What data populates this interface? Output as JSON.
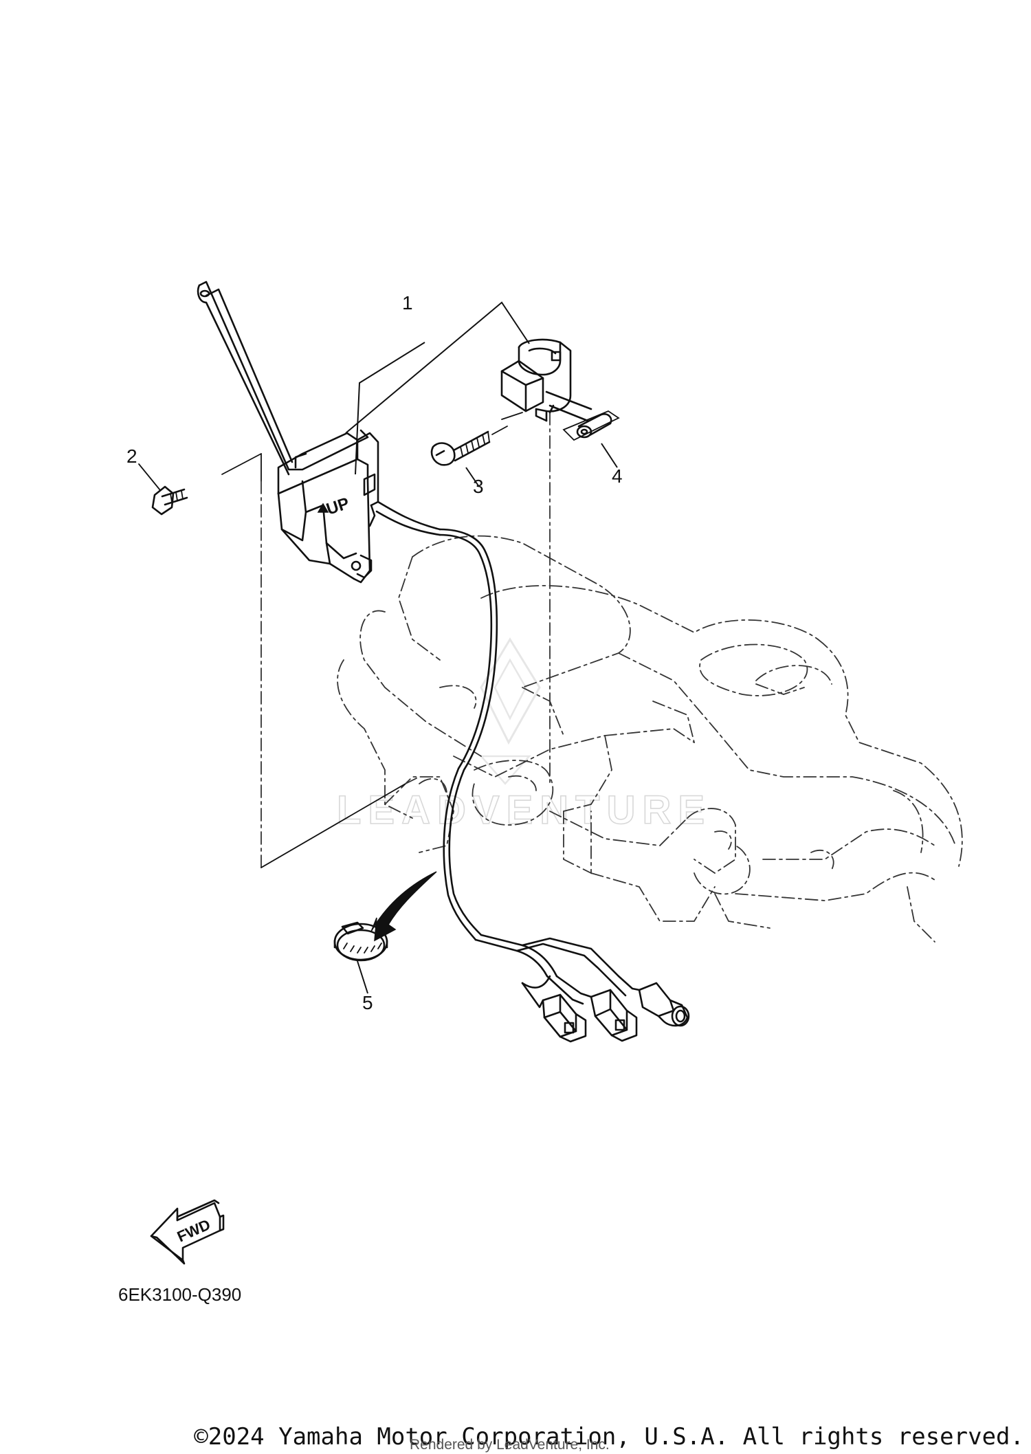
{
  "callouts": {
    "c1": "1",
    "c2": "2",
    "c3": "3",
    "c4": "4",
    "c5": "5"
  },
  "switch_marking": "UP",
  "direction_badge": "FWD",
  "diagram_code": "6EK3100-Q390",
  "copyright": "©2024 Yamaha Motor Corporation, U.S.A. All rights reserved.",
  "rendered_by": "Rendered by LeadVenture, Inc.",
  "watermark": "LEADVENTURE",
  "icons": [
    "fwd-arrow-icon",
    "leadventure-logo-icon"
  ]
}
